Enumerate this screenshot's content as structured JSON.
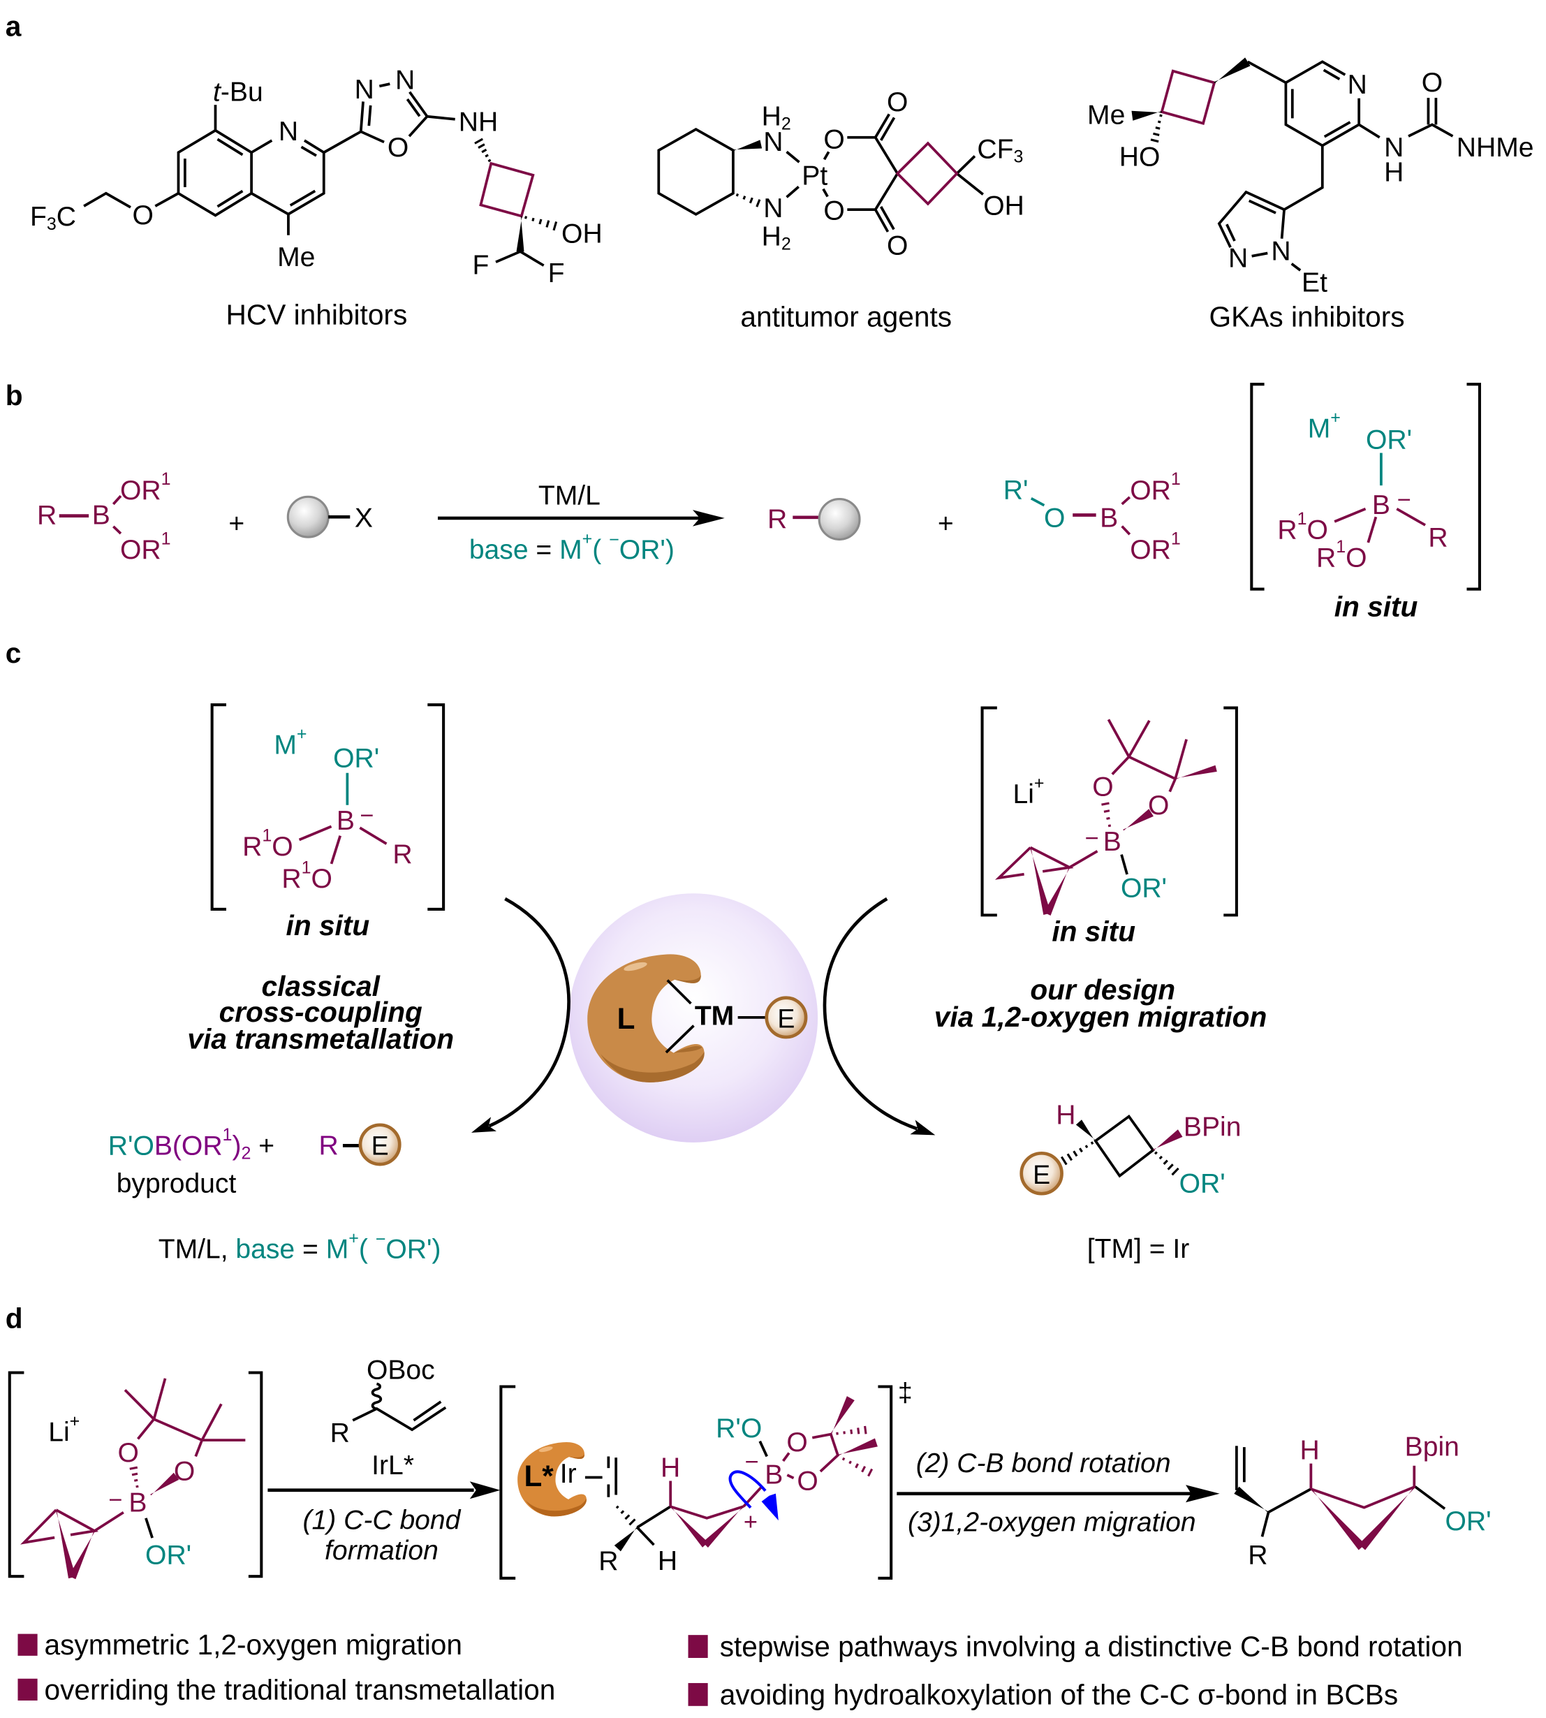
{
  "colors": {
    "maroon": "#7d0a45",
    "teal": "#00857f",
    "purple": "#800080",
    "blue": "#0000ff",
    "lavender": "#ddccf3",
    "ligand_brown": "#c98a48",
    "ligand_orange": "#d98938",
    "electrophile_rim": "#a36a2c",
    "sphere_grey": "#9a9a9a"
  },
  "panel_a": {
    "label": "a",
    "hcv_inhibitor": {
      "caption": "HCV inhibitors",
      "atoms": {
        "t_bu": [
          "t",
          "-Bu"
        ],
        "quinoline_n": "N",
        "methyl": "Me",
        "ether_o": "O",
        "trifluoromethyl": [
          "F",
          "3",
          "C"
        ],
        "oxadiazole_n_left": "N",
        "oxadiazole_n_right": "N",
        "oxadiazole_o": "O",
        "amine": "NH",
        "hydroxyl": "OH",
        "fluorine_left": "F",
        "fluorine_right": "F"
      }
    },
    "antitumor_agent": {
      "caption": "antitumor agents",
      "atoms": {
        "amine_top_h2": [
          "H",
          "2"
        ],
        "amine_top_n": "N",
        "platinum": "Pt",
        "amine_bottom_n": "N",
        "amine_bottom_h2": [
          "H",
          "2"
        ],
        "carboxylate_o_top": "O",
        "carboxylate_o_bottom": "O",
        "carbonyl_o_top": "O",
        "carbonyl_o_bottom": "O",
        "trifluoromethyl": [
          "CF",
          "3"
        ],
        "hydroxyl": "OH"
      }
    },
    "gkas_inhibitor": {
      "caption": "GKAs inhibitors",
      "atoms": {
        "methyl": "Me",
        "hydroxyl": "HO",
        "pyridine_n": "N",
        "urea_n": "N",
        "urea_h": "H",
        "urea_o": "O",
        "urea_nhme": "NHMe",
        "pyrazole_n2": "N",
        "pyrazole_n1": "N",
        "ethyl": "Et"
      }
    }
  },
  "panel_b": {
    "label": "b",
    "boronic_ester": {
      "r": "R",
      "b": "B",
      "or1_top": [
        "OR",
        "1"
      ],
      "or1_bottom": [
        "OR",
        "1"
      ]
    },
    "plus_1": "+",
    "electrophile": {
      "leaving_group": "X"
    },
    "arrow": {
      "above": "TM/L",
      "below": [
        "base ",
        "= ",
        "M",
        "+",
        "( ",
        "−",
        "OR')"
      ]
    },
    "product": {
      "r": "R"
    },
    "plus_2": "+",
    "byproduct_borate": {
      "r_prime": "R'",
      "o": "O",
      "b": "B",
      "or1_top": [
        "OR",
        "1"
      ],
      "or1_bottom": [
        "OR",
        "1"
      ]
    },
    "ate_complex": {
      "cation": [
        "M",
        "+"
      ],
      "or_prime": "OR'",
      "b": "B",
      "charge": "−",
      "r1o_left": [
        "R",
        "1",
        "O"
      ],
      "r1o_bottom": [
        "R",
        "1",
        "O"
      ],
      "r": "R",
      "note": "in situ"
    }
  },
  "panel_c": {
    "label": "c",
    "classical_ate_complex": {
      "cation": [
        "M",
        "+"
      ],
      "or_prime": "OR'",
      "b": "B",
      "charge": "−",
      "r1o_left": [
        "R",
        "1",
        "O"
      ],
      "r1o_bottom": [
        "R",
        "1",
        "O"
      ],
      "r": "R",
      "note": "in situ"
    },
    "classical_caption": [
      "classical",
      "cross-coupling",
      "via transmetallation"
    ],
    "catalyst": {
      "ligand": "L",
      "metal": "TM",
      "electrophile": "E"
    },
    "design_ate_complex": {
      "cation": [
        "Li",
        "+"
      ],
      "o_top": "O",
      "o_right": "O",
      "charge": "−",
      "b": "B",
      "or_prime": "OR'",
      "note": "in situ"
    },
    "design_caption": [
      "our design",
      "via 1,2-oxygen migration"
    ],
    "classical_products": {
      "byproduct": [
        "R'O",
        "B(OR",
        "1",
        ")",
        "2",
        " +"
      ],
      "r": "R",
      "e": "E",
      "byproduct_label": "byproduct"
    },
    "classical_conditions": [
      "TM/L, ",
      "base",
      " = ",
      "M",
      "+",
      "( ",
      "−",
      "OR')"
    ],
    "design_product": {
      "h": "H",
      "bpin": "BPin",
      "or_prime": "OR'",
      "e": "E"
    },
    "design_conditions": "[TM] = Ir"
  },
  "panel_d": {
    "label": "d",
    "starting_ate_complex": {
      "cation": [
        "Li",
        "+"
      ],
      "o_top": "O",
      "o_right": "O",
      "charge": "−",
      "b": "B",
      "or_prime": "OR'"
    },
    "step1": {
      "reagent_leaving_group": "OBoc",
      "reagent_r": "R",
      "catalyst": "IrL*",
      "label": [
        "(1) C-C bond",
        "formation"
      ]
    },
    "transition_state": {
      "ligand": "L*",
      "metal": "Ir",
      "r": "R",
      "h_benzylic": "H",
      "h_ring": "H",
      "cation": "+",
      "r_prime_o": "R'O",
      "charge": "−",
      "b": "B",
      "o_top": "O",
      "o_right": "O",
      "marker": "‡"
    },
    "step2": {
      "label_above": "(2) C-B bond rotation",
      "label_below": "(3)1,2-oxygen migration"
    },
    "product": {
      "h": "H",
      "bpin": "Bpin",
      "or_prime": "OR'",
      "r": "R"
    }
  },
  "highlights": [
    "asymmetric 1,2-oxygen migration",
    "overriding the traditional transmetallation",
    "stepwise pathways involving a distinctive C-B bond rotation",
    "avoiding hydroalkoxylation of the C-C σ-bond in BCBs"
  ]
}
